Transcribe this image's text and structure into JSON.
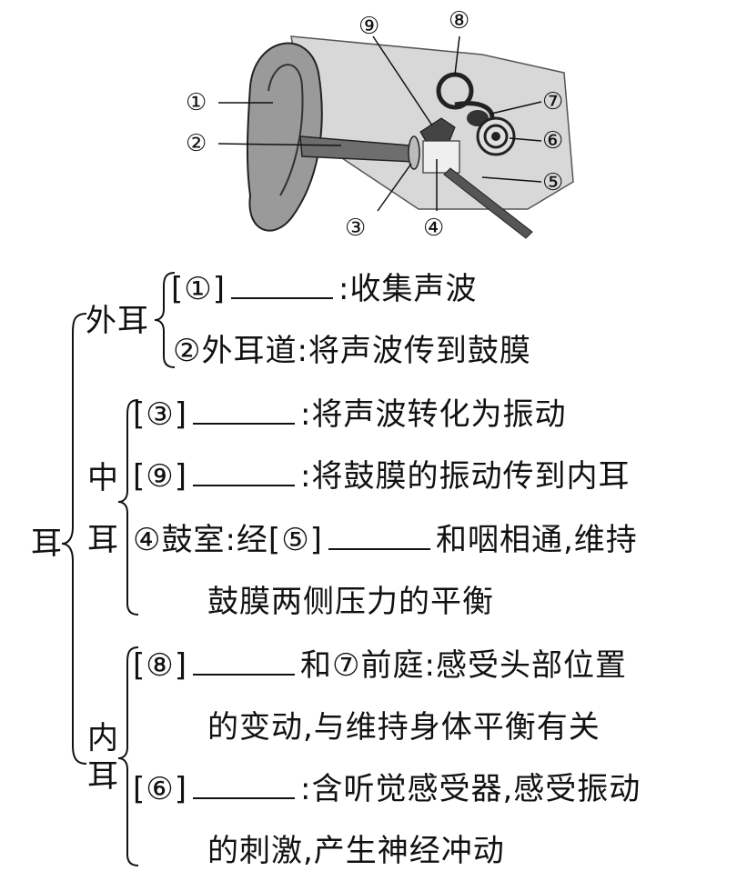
{
  "figure": {
    "labels": [
      "①",
      "②",
      "③",
      "④",
      "⑤",
      "⑥",
      "⑦",
      "⑧",
      "⑨"
    ]
  },
  "tree": {
    "root": "耳",
    "outer": {
      "title": "外耳",
      "row1": {
        "num": "[①]",
        "desc": ":收集声波"
      },
      "row2": {
        "text": "②外耳道:将声波传到鼓膜"
      }
    },
    "middle": {
      "title_1": "中",
      "title_2": "耳",
      "row1": {
        "num": "[③]",
        "desc": ":将声波转化为振动"
      },
      "row2": {
        "num": "[⑨]",
        "desc": ":将鼓膜的振动传到内耳"
      },
      "row3": {
        "pre": "④鼓室:经[⑤]",
        "post": "和咽相通,维持"
      },
      "row4": {
        "text": "鼓膜两侧压力的平衡"
      }
    },
    "inner": {
      "title_1": "内",
      "title_2": "耳",
      "row1": {
        "num": "[⑧]",
        "post": "和⑦前庭:感受头部位置"
      },
      "row2": {
        "text": "的变动,与维持身体平衡有关"
      },
      "row3": {
        "num": "[⑥]",
        "desc": ":含听觉感受器,感受振动"
      },
      "row4": {
        "text": "的刺激,产生神经冲动"
      }
    }
  }
}
